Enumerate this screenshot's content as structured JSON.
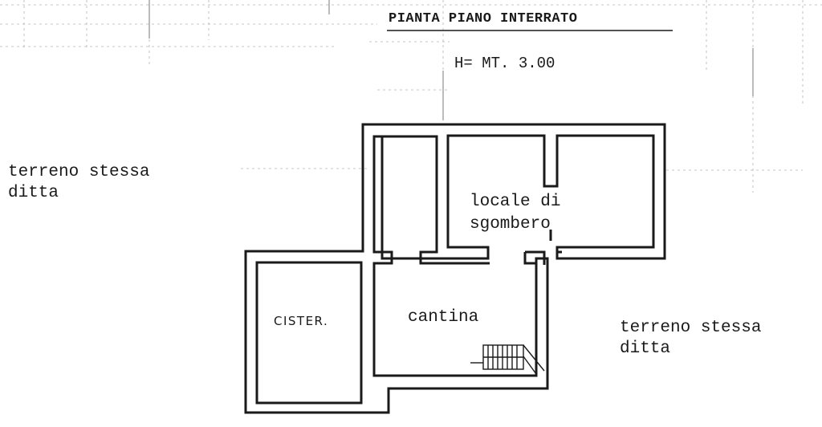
{
  "header": {
    "title": "PIANTA PIANO INTERRATO",
    "height": "H= MT. 3.00"
  },
  "surroundings": {
    "left": [
      "terreno stessa",
      "ditta"
    ],
    "right": [
      "terreno stessa",
      "ditta"
    ]
  },
  "rooms": {
    "locale": [
      "locale di",
      "sgombero"
    ],
    "cantina": "cantina",
    "cister": "CISTER."
  },
  "colors": {
    "ink": "#1a1a1a",
    "grid": "#9a9a9a",
    "paper": "#ffffff"
  }
}
